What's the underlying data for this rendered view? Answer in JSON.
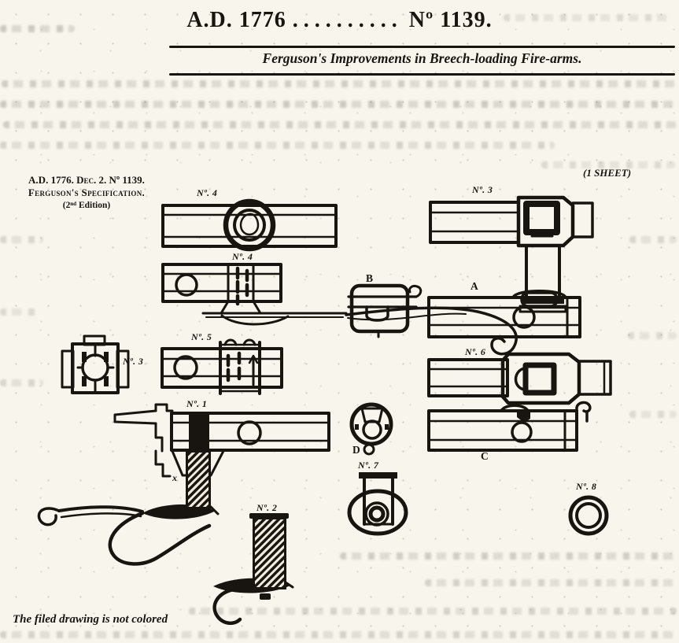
{
  "page": {
    "paper_color": "#f7f5ec",
    "ink_color": "#181410"
  },
  "header": {
    "title_year": "A.D. 1776",
    "title_dots": "..........",
    "title_number": "Nº 1139.",
    "subtitle": "Ferguson's Improvements in Breech-loading Fire-arms."
  },
  "margin": {
    "ref_line1": "A.D. 1776. Dec. 2. Nº 1139.",
    "ref_line2": "Ferguson's Specification.",
    "ref_line3": "(2ⁿᵈ Edition)",
    "sheet_note": "(1 SHEET)"
  },
  "footer": {
    "note": "The filed drawing is not colored"
  },
  "figures": {
    "no4_top": "Nº. 4",
    "no4_side": "Nº. 4",
    "no3_bracket": "Nº. 3",
    "no5_bar": "Nº. 5",
    "no1": "Nº. 1",
    "no1_mark": "x",
    "no2": "Nº. 2",
    "letter_b": "B",
    "letter_d": "D",
    "no7": "Nº. 7",
    "no3_breech": "Nº. 3",
    "letter_a": "A",
    "no6": "Nº. 6",
    "letter_c": "C",
    "no8": "Nº. 8"
  }
}
